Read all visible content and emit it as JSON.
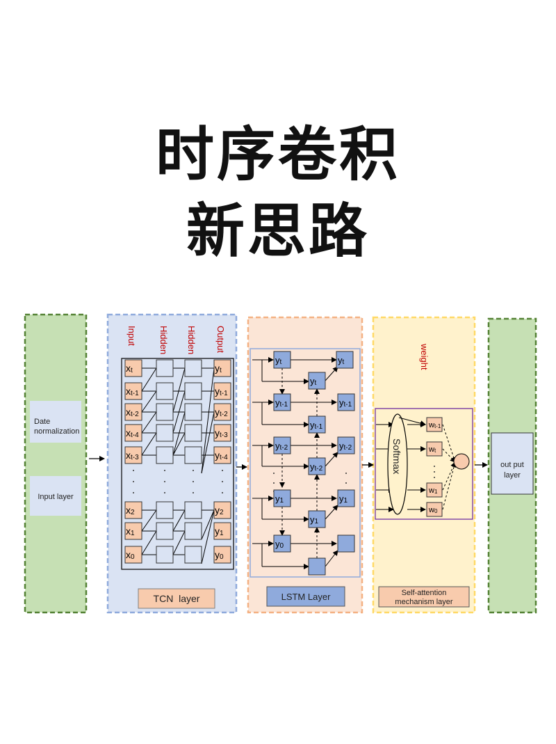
{
  "title": {
    "line1": "时序卷积",
    "line2": "新思路"
  },
  "input_panel": {
    "date_norm_line1": "Date",
    "date_norm_line2": "normalization",
    "input_layer": "Input layer"
  },
  "tcn": {
    "col_labels": [
      "Input",
      "Hidden",
      "Hidden",
      "Output"
    ],
    "x_labels": [
      {
        "b": "x",
        "s": "t"
      },
      {
        "b": "x",
        "s": "t-1"
      },
      {
        "b": "x",
        "s": "t-2"
      },
      {
        "b": "x",
        "s": "t-4"
      },
      {
        "b": "x",
        "s": "t-3"
      },
      {
        "b": "x",
        "s": "2"
      },
      {
        "b": "x",
        "s": "1"
      },
      {
        "b": "x",
        "s": "0"
      }
    ],
    "y_labels": [
      {
        "b": "y",
        "s": "t"
      },
      {
        "b": "y",
        "s": "t-1"
      },
      {
        "b": "y",
        "s": "t-2"
      },
      {
        "b": "y",
        "s": "t-3"
      },
      {
        "b": "y",
        "s": "t-4"
      },
      {
        "b": "y",
        "s": "2"
      },
      {
        "b": "y",
        "s": "1"
      },
      {
        "b": "y",
        "s": "0"
      }
    ],
    "footer": "TCN  layer"
  },
  "lstm": {
    "labels": [
      {
        "b": "y",
        "s": "t"
      },
      {
        "b": "y",
        "s": "t"
      },
      {
        "b": "y",
        "s": "t"
      },
      {
        "b": "y",
        "s": "t-1"
      },
      {
        "b": "y",
        "s": "t-1"
      },
      {
        "b": "y",
        "s": "t-1"
      },
      {
        "b": "y",
        "s": "t-2"
      },
      {
        "b": "y",
        "s": "t-2"
      },
      {
        "b": "y",
        "s": "t-2"
      },
      {
        "b": "y",
        "s": "1"
      },
      {
        "b": "y",
        "s": "1"
      },
      {
        "b": "y",
        "s": "1"
      },
      {
        "b": "y",
        "s": "0"
      }
    ],
    "footer": "LSTM Layer"
  },
  "attention": {
    "weight_label": "weight",
    "softmax": "Softmax",
    "weights": [
      {
        "b": "w",
        "s": "t-1"
      },
      {
        "b": "w",
        "s": "t"
      },
      {
        "b": "w",
        "s": "1"
      },
      {
        "b": "w",
        "s": "0"
      }
    ],
    "footer_line1": "Self-attention",
    "footer_line2": "mechanism layer"
  },
  "output_panel": {
    "line1": "out put",
    "line2": "layer"
  },
  "colors": {
    "green_fill": "#c6e0b4",
    "green_border": "#548235",
    "blue_fill": "#dae3f3",
    "blue_border": "#8faadc",
    "peach_fill": "#fbe5d6",
    "peach_border": "#f4b183",
    "yellow_fill": "#fff2cc",
    "yellow_border": "#ffd966",
    "node_blue": "#8faadc",
    "node_orange": "#f8cbad",
    "red_text": "#c00000"
  }
}
